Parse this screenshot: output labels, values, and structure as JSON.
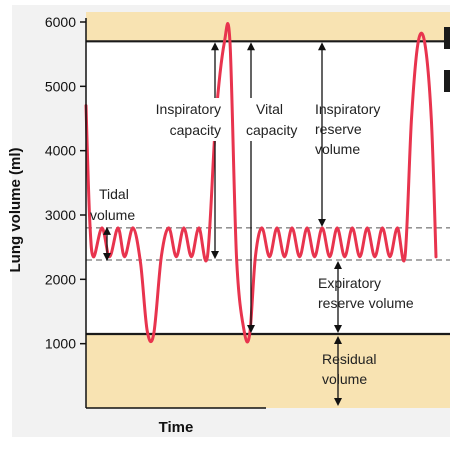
{
  "chart_data": {
    "type": "line",
    "title": "",
    "xlabel": "Time",
    "ylabel": "Lung volume (ml)",
    "ylim": [
      0,
      6000
    ],
    "yticks": [
      1000,
      2000,
      3000,
      4000,
      5000,
      6000
    ],
    "grid": false,
    "reference_levels": {
      "total_capacity": 5700,
      "tidal_top": 2800,
      "tidal_bottom": 2300,
      "residual": 1150
    },
    "series": [
      {
        "points": [
          [
            0,
            4700
          ],
          [
            0.4,
            2900
          ],
          [
            0.8,
            2350
          ],
          [
            1.7,
            2800
          ],
          [
            2.5,
            2350
          ],
          [
            3.4,
            2800
          ],
          [
            4.1,
            2350
          ],
          [
            5.0,
            2800
          ],
          [
            5.8,
            2250
          ],
          [
            6.5,
            1200
          ],
          [
            7.2,
            1150
          ],
          [
            8.0,
            2350
          ],
          [
            8.8,
            2800
          ],
          [
            9.6,
            2350
          ],
          [
            10.4,
            2800
          ],
          [
            11.2,
            2350
          ],
          [
            12.0,
            2800
          ],
          [
            12.9,
            2350
          ],
          [
            13.8,
            4500
          ],
          [
            14.7,
            5680
          ],
          [
            15.3,
            5680
          ],
          [
            16.0,
            2350
          ],
          [
            16.8,
            1200
          ],
          [
            17.4,
            1150
          ],
          [
            18.0,
            2350
          ],
          [
            18.7,
            2800
          ],
          [
            19.5,
            2350
          ],
          [
            20.3,
            2800
          ],
          [
            21.1,
            2350
          ],
          [
            21.9,
            2800
          ],
          [
            22.7,
            2350
          ],
          [
            23.5,
            2800
          ],
          [
            24.3,
            2350
          ],
          [
            25.1,
            2800
          ],
          [
            25.9,
            2350
          ],
          [
            26.7,
            2800
          ],
          [
            27.5,
            2350
          ],
          [
            28.3,
            2800
          ],
          [
            29.1,
            2350
          ],
          [
            29.9,
            2800
          ],
          [
            30.7,
            2350
          ],
          [
            31.5,
            2800
          ],
          [
            32.3,
            2350
          ],
          [
            33.1,
            2800
          ],
          [
            33.9,
            2350
          ],
          [
            34.6,
            4500
          ],
          [
            35.3,
            5680
          ],
          [
            36.0,
            5680
          ],
          [
            36.7,
            4500
          ],
          [
            37.2,
            2350
          ]
        ]
      }
    ],
    "annotations": {
      "tidal": [
        "Tidal",
        "volume"
      ],
      "inspiratory_capacity": [
        "Inspiratory",
        "capacity"
      ],
      "vital_capacity": [
        "Vital",
        "capacity"
      ],
      "inspiratory_reserve": [
        "Inspiratory",
        "reserve",
        "volume"
      ],
      "expiratory_reserve": [
        "Expiratory",
        "reserve volume"
      ],
      "residual": [
        "Residual",
        "volume"
      ]
    },
    "colors": {
      "trace": "#e8344e",
      "band": "#f8e3b2",
      "level_line": "#1a1a1a",
      "dashed": "#555555"
    }
  }
}
